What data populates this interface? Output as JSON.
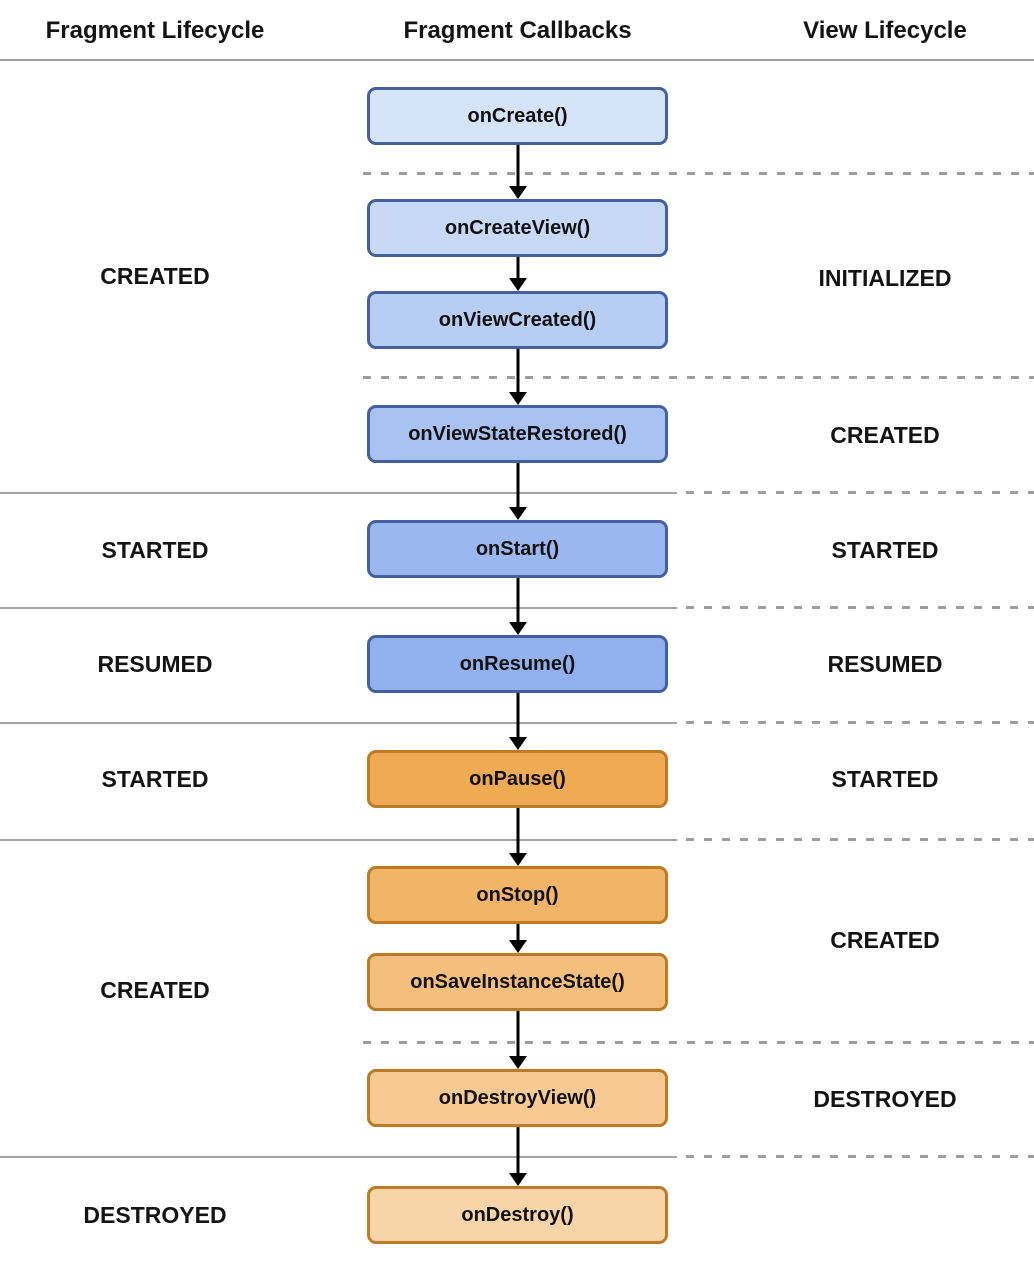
{
  "header": {
    "fragment_lifecycle": "Fragment Lifecycle",
    "fragment_callbacks": "Fragment Callbacks",
    "view_lifecycle": "View Lifecycle"
  },
  "callbacks": [
    {
      "label": "onCreate()",
      "fill": "#d6e4fa",
      "border": "#44609f"
    },
    {
      "label": "onCreateView()",
      "fill": "#c7d9f7",
      "border": "#44609f"
    },
    {
      "label": "onViewCreated()",
      "fill": "#b7cdf4",
      "border": "#44609f"
    },
    {
      "label": "onViewStateRestored()",
      "fill": "#a8c2f1",
      "border": "#44609f"
    },
    {
      "label": "onStart()",
      "fill": "#9ab8ef",
      "border": "#44609f"
    },
    {
      "label": "onResume()",
      "fill": "#90b1ed",
      "border": "#44609f"
    },
    {
      "label": "onPause()",
      "fill": "#f0aa54",
      "border": "#bc7b24"
    },
    {
      "label": "onStop()",
      "fill": "#f2b466",
      "border": "#bc7b24"
    },
    {
      "label": "onSaveInstanceState()",
      "fill": "#f4bf7d",
      "border": "#bc7b24"
    },
    {
      "label": "onDestroyView()",
      "fill": "#f6ca92",
      "border": "#bc7b24"
    },
    {
      "label": "onDestroy()",
      "fill": "#f8d5a8",
      "border": "#bc7b24"
    }
  ],
  "fragment_states": [
    {
      "label": "CREATED"
    },
    {
      "label": "STARTED"
    },
    {
      "label": "RESUMED"
    },
    {
      "label": "STARTED"
    },
    {
      "label": "CREATED"
    },
    {
      "label": "DESTROYED"
    }
  ],
  "view_states": [
    {
      "label": "INITIALIZED"
    },
    {
      "label": "CREATED"
    },
    {
      "label": "STARTED"
    },
    {
      "label": "RESUMED"
    },
    {
      "label": "STARTED"
    },
    {
      "label": "CREATED"
    },
    {
      "label": "DESTROYED"
    }
  ],
  "palette": {
    "divider_gray": "#9e9e9e",
    "arrow_black": "#000000",
    "text_black": "#141414"
  }
}
